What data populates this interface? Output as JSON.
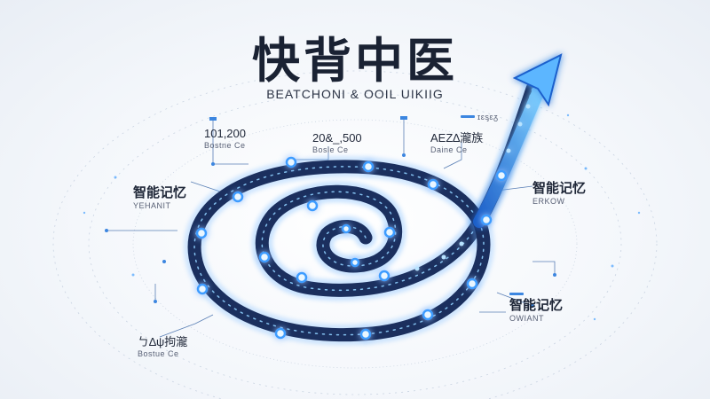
{
  "title": "快背中医",
  "subtitle": "BEATCHONI & OOIL UIKIIG",
  "colors": {
    "accent": "#2f7fe6",
    "glow": "#7fc4ff",
    "track": "#1b2f5e",
    "text": "#1f2738"
  },
  "labels": [
    {
      "id": "tl-metric",
      "main": "101,200",
      "sub": "Bostne Ce"
    },
    {
      "id": "center-metric",
      "main": "20&_,500",
      "sub": "Bosle Ce"
    },
    {
      "id": "upper-right",
      "tag": "ɪɛᶊɛᵹ",
      "main": "AEZ∆瀧族",
      "sub": "Daine Ce"
    },
    {
      "id": "left-memory",
      "main": "智能记忆",
      "sub": "YEHANIT"
    },
    {
      "id": "right-memory",
      "main": "智能记忆",
      "sub": "ERKOW"
    },
    {
      "id": "bottom-right-memory",
      "main": "智能记忆",
      "sub": "OWIANT"
    },
    {
      "id": "bottom-left",
      "main": "ㄅ∆ψ拘瀧",
      "sub": "Bostue Ce"
    }
  ]
}
